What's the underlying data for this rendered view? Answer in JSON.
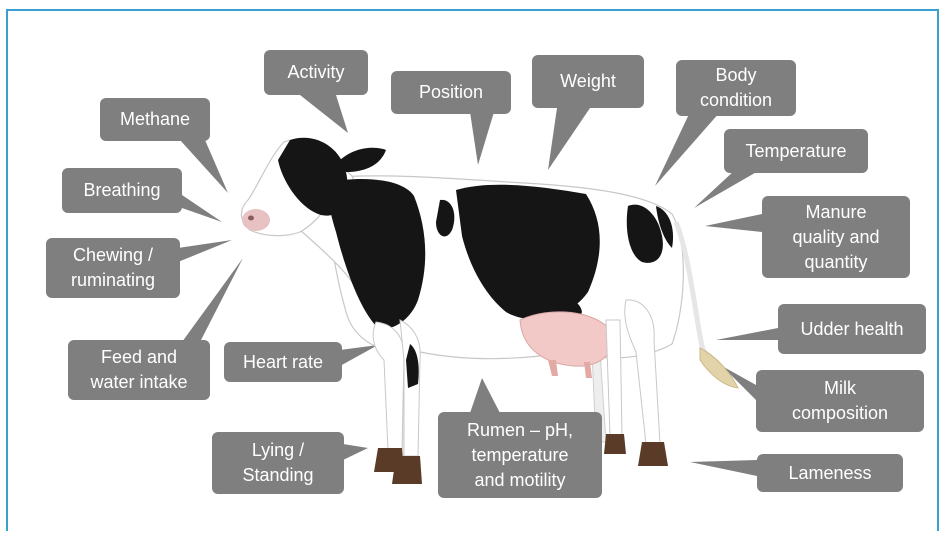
{
  "colors": {
    "frame": "#3aa0d0",
    "callout": "#7f7f7f",
    "callout_text": "#ffffff"
  },
  "image": {
    "subject": "cow-illustration"
  },
  "callouts": {
    "activity": "Activity",
    "position": "Position",
    "weight": "Weight",
    "body_condition": "Body\ncondition",
    "temperature": "Temperature",
    "manure": "Manure\nquality and\nquantity",
    "methane": "Methane",
    "breathing": "Breathing",
    "chewing": "Chewing /\nruminating",
    "feed": "Feed and\nwater intake",
    "heart_rate": "Heart rate",
    "udder_health": "Udder health",
    "milk_composition": "Milk\ncomposition",
    "lying": "Lying /\nStanding",
    "rumen": "Rumen – pH,\ntemperature\nand motility",
    "lameness": "Lameness"
  }
}
